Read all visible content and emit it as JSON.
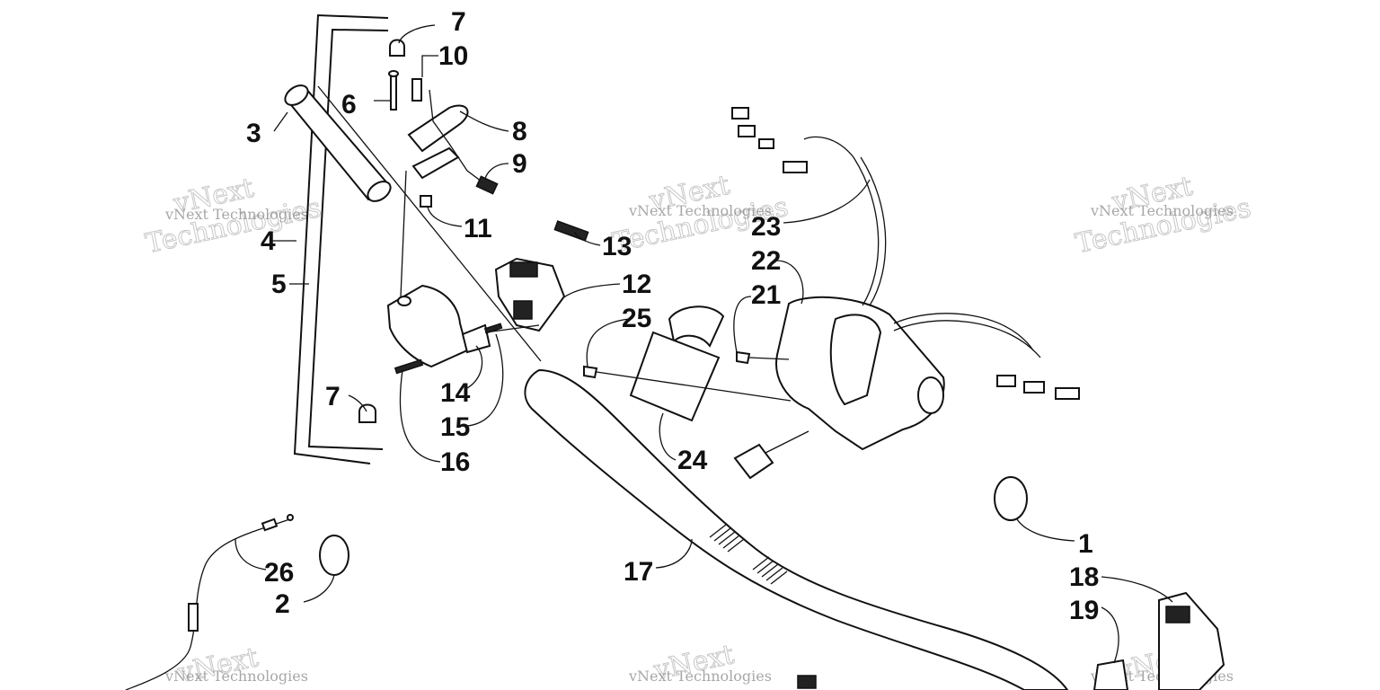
{
  "watermark": {
    "company_line": "vNext Technologies",
    "brand_line_1": "vNext",
    "brand_line_2": "Technologies"
  },
  "callouts": {
    "c1": "1",
    "c2": "2",
    "c3": "3",
    "c4": "4",
    "c5": "5",
    "c6": "6",
    "c7a": "7",
    "c7b": "7",
    "c8": "8",
    "c9": "9",
    "c10": "10",
    "c11": "11",
    "c12": "12",
    "c13": "13",
    "c14": "14",
    "c15": "15",
    "c16": "16",
    "c17": "17",
    "c18": "18",
    "c19": "19",
    "c21": "21",
    "c22": "22",
    "c23": "23",
    "c24": "24",
    "c25": "25",
    "c26": "26"
  }
}
